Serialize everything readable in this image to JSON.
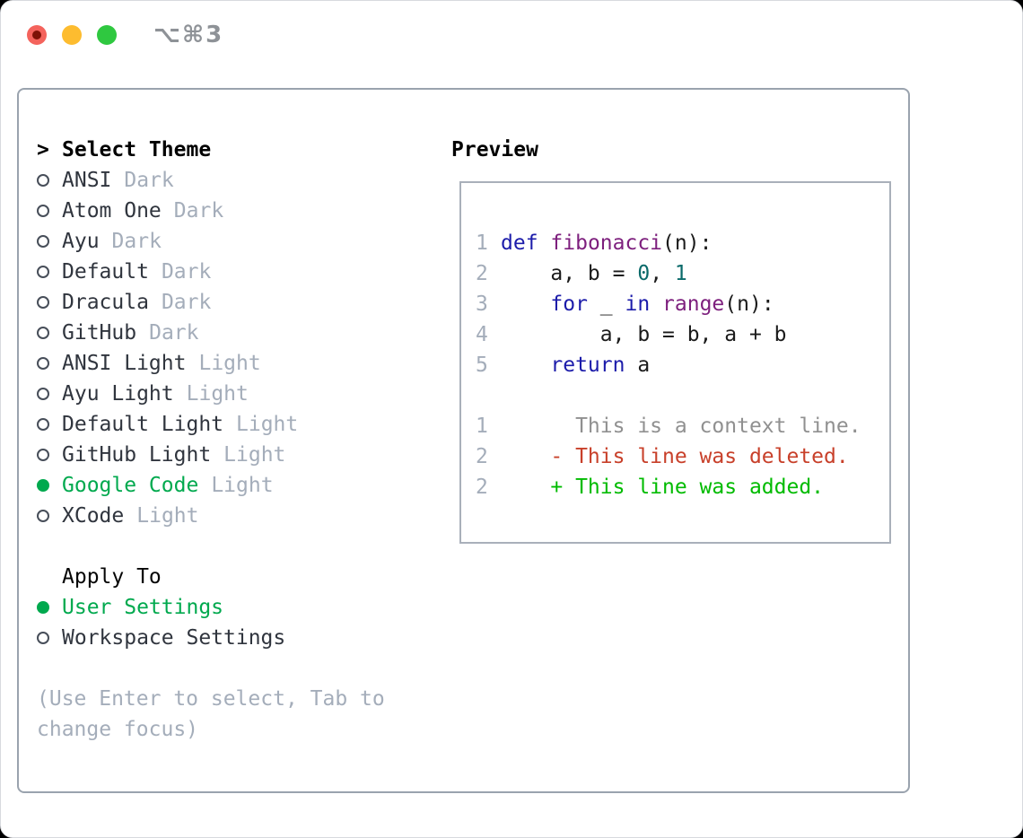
{
  "window": {
    "shortcut": "⌥⌘3",
    "traffic_lights": [
      "close",
      "minimize",
      "zoom"
    ]
  },
  "colors": {
    "accent_green": "#00a94e",
    "added_green": "#00bb00",
    "deleted_red": "#c8402a",
    "context_gray": "#909090",
    "dim_gray": "#a4adba",
    "keyword_blue": "#1c1caa",
    "function_purple": "#7d1f7d",
    "number_teal": "#0a6a6a",
    "text_dark": "#30353e",
    "traffic_red": "#f4635c",
    "traffic_yellow": "#fdbc2f",
    "traffic_green": "#2fc840"
  },
  "theme_picker": {
    "header": {
      "prompt": ">",
      "label": "Select Theme"
    },
    "themes": [
      {
        "name": "ANSI",
        "variant": "Dark",
        "selected": false
      },
      {
        "name": "Atom One",
        "variant": "Dark",
        "selected": false
      },
      {
        "name": "Ayu",
        "variant": "Dark",
        "selected": false
      },
      {
        "name": "Default",
        "variant": "Dark",
        "selected": false
      },
      {
        "name": "Dracula",
        "variant": "Dark",
        "selected": false
      },
      {
        "name": "GitHub",
        "variant": "Dark",
        "selected": false
      },
      {
        "name": "ANSI Light",
        "variant": "Light",
        "selected": false
      },
      {
        "name": "Ayu Light",
        "variant": "Light",
        "selected": false
      },
      {
        "name": "Default Light",
        "variant": "Light",
        "selected": false
      },
      {
        "name": "GitHub Light",
        "variant": "Light",
        "selected": false
      },
      {
        "name": "Google Code",
        "variant": "Light",
        "selected": true
      },
      {
        "name": "XCode",
        "variant": "Light",
        "selected": false
      }
    ],
    "apply_to": {
      "label": "Apply To",
      "options": [
        {
          "name": "User Settings",
          "selected": true
        },
        {
          "name": "Workspace Settings",
          "selected": false
        }
      ]
    },
    "hints": [
      "(Use Enter to select, Tab to",
      "change focus)"
    ]
  },
  "preview": {
    "label": "Preview",
    "lines": [
      {
        "num": "1",
        "segs": [
          {
            "t": "def",
            "c": "kw"
          },
          {
            "t": " ",
            "c": "pl"
          },
          {
            "t": "fibonacci",
            "c": "fn"
          },
          {
            "t": "(n):",
            "c": "pl"
          }
        ]
      },
      {
        "num": "2",
        "segs": [
          {
            "t": "    a, b = ",
            "c": "pl"
          },
          {
            "t": "0",
            "c": "num"
          },
          {
            "t": ", ",
            "c": "pl"
          },
          {
            "t": "1",
            "c": "num"
          }
        ]
      },
      {
        "num": "3",
        "segs": [
          {
            "t": "    ",
            "c": "pl"
          },
          {
            "t": "for",
            "c": "kw"
          },
          {
            "t": " _ ",
            "c": "pl"
          },
          {
            "t": "in",
            "c": "kw"
          },
          {
            "t": " ",
            "c": "pl"
          },
          {
            "t": "range",
            "c": "fn"
          },
          {
            "t": "(n):",
            "c": "pl"
          }
        ]
      },
      {
        "num": "4",
        "segs": [
          {
            "t": "        a, b = b, a + b",
            "c": "pl"
          }
        ]
      },
      {
        "num": "5",
        "segs": [
          {
            "t": "    ",
            "c": "pl"
          },
          {
            "t": "return",
            "c": "kw"
          },
          {
            "t": " a",
            "c": "pl"
          }
        ]
      },
      {
        "num": "",
        "segs": []
      },
      {
        "num": "1",
        "segs": [
          {
            "t": "      This is a context line.",
            "c": "ctx"
          }
        ]
      },
      {
        "num": "2",
        "segs": [
          {
            "t": "    - This line was deleted.",
            "c": "del"
          }
        ]
      },
      {
        "num": "2",
        "segs": [
          {
            "t": "    + This line was added.",
            "c": "add"
          }
        ]
      }
    ]
  }
}
